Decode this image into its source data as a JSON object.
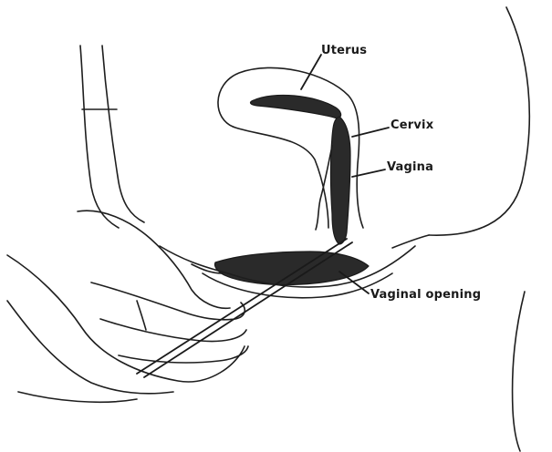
{
  "labels": {
    "uterus": "Uterus",
    "cervix": "Cervix",
    "vagina": "Vagina",
    "vaginal_opening": "Vaginal opening"
  },
  "colors": {
    "line": "#1e1e1e",
    "organ": "#2a2a2a",
    "background": "#ffffff"
  }
}
